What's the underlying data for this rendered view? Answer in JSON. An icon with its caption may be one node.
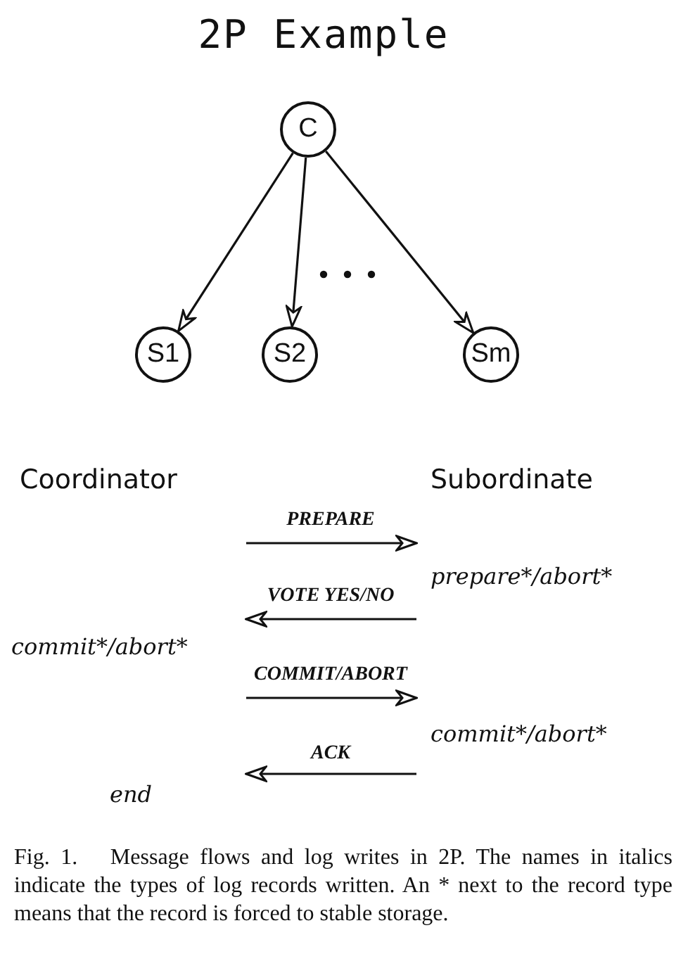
{
  "diagram": {
    "title": "2P Example",
    "nodes": [
      {
        "text": [
          "C"
        ]
      },
      {
        "text": [
          "S1"
        ]
      },
      {
        "text": [
          "S2"
        ]
      },
      {
        "text": [
          "Sm"
        ]
      }
    ],
    "edges": [
      {
        "from": 0,
        "to": 1,
        "arrow": "to"
      },
      {
        "from": 0,
        "to": 2,
        "arrow": "to"
      },
      {
        "from": 0,
        "to": 3,
        "arrow": "to"
      }
    ],
    "labels": [
      "Coordinator",
      "Subordinate",
      "PREPARE",
      "prepare*/abort*",
      "VOTE YES/NO",
      "commit*/abort*",
      "COMMIT/ABORT",
      "commit*/abort*",
      "ACK",
      "end"
    ],
    "caption": "Fig. 1.   Message flows and log writes in 2P. The names in italics indicate the types of log records written. An * next to the record type means that the record is forced to stable storage."
  }
}
